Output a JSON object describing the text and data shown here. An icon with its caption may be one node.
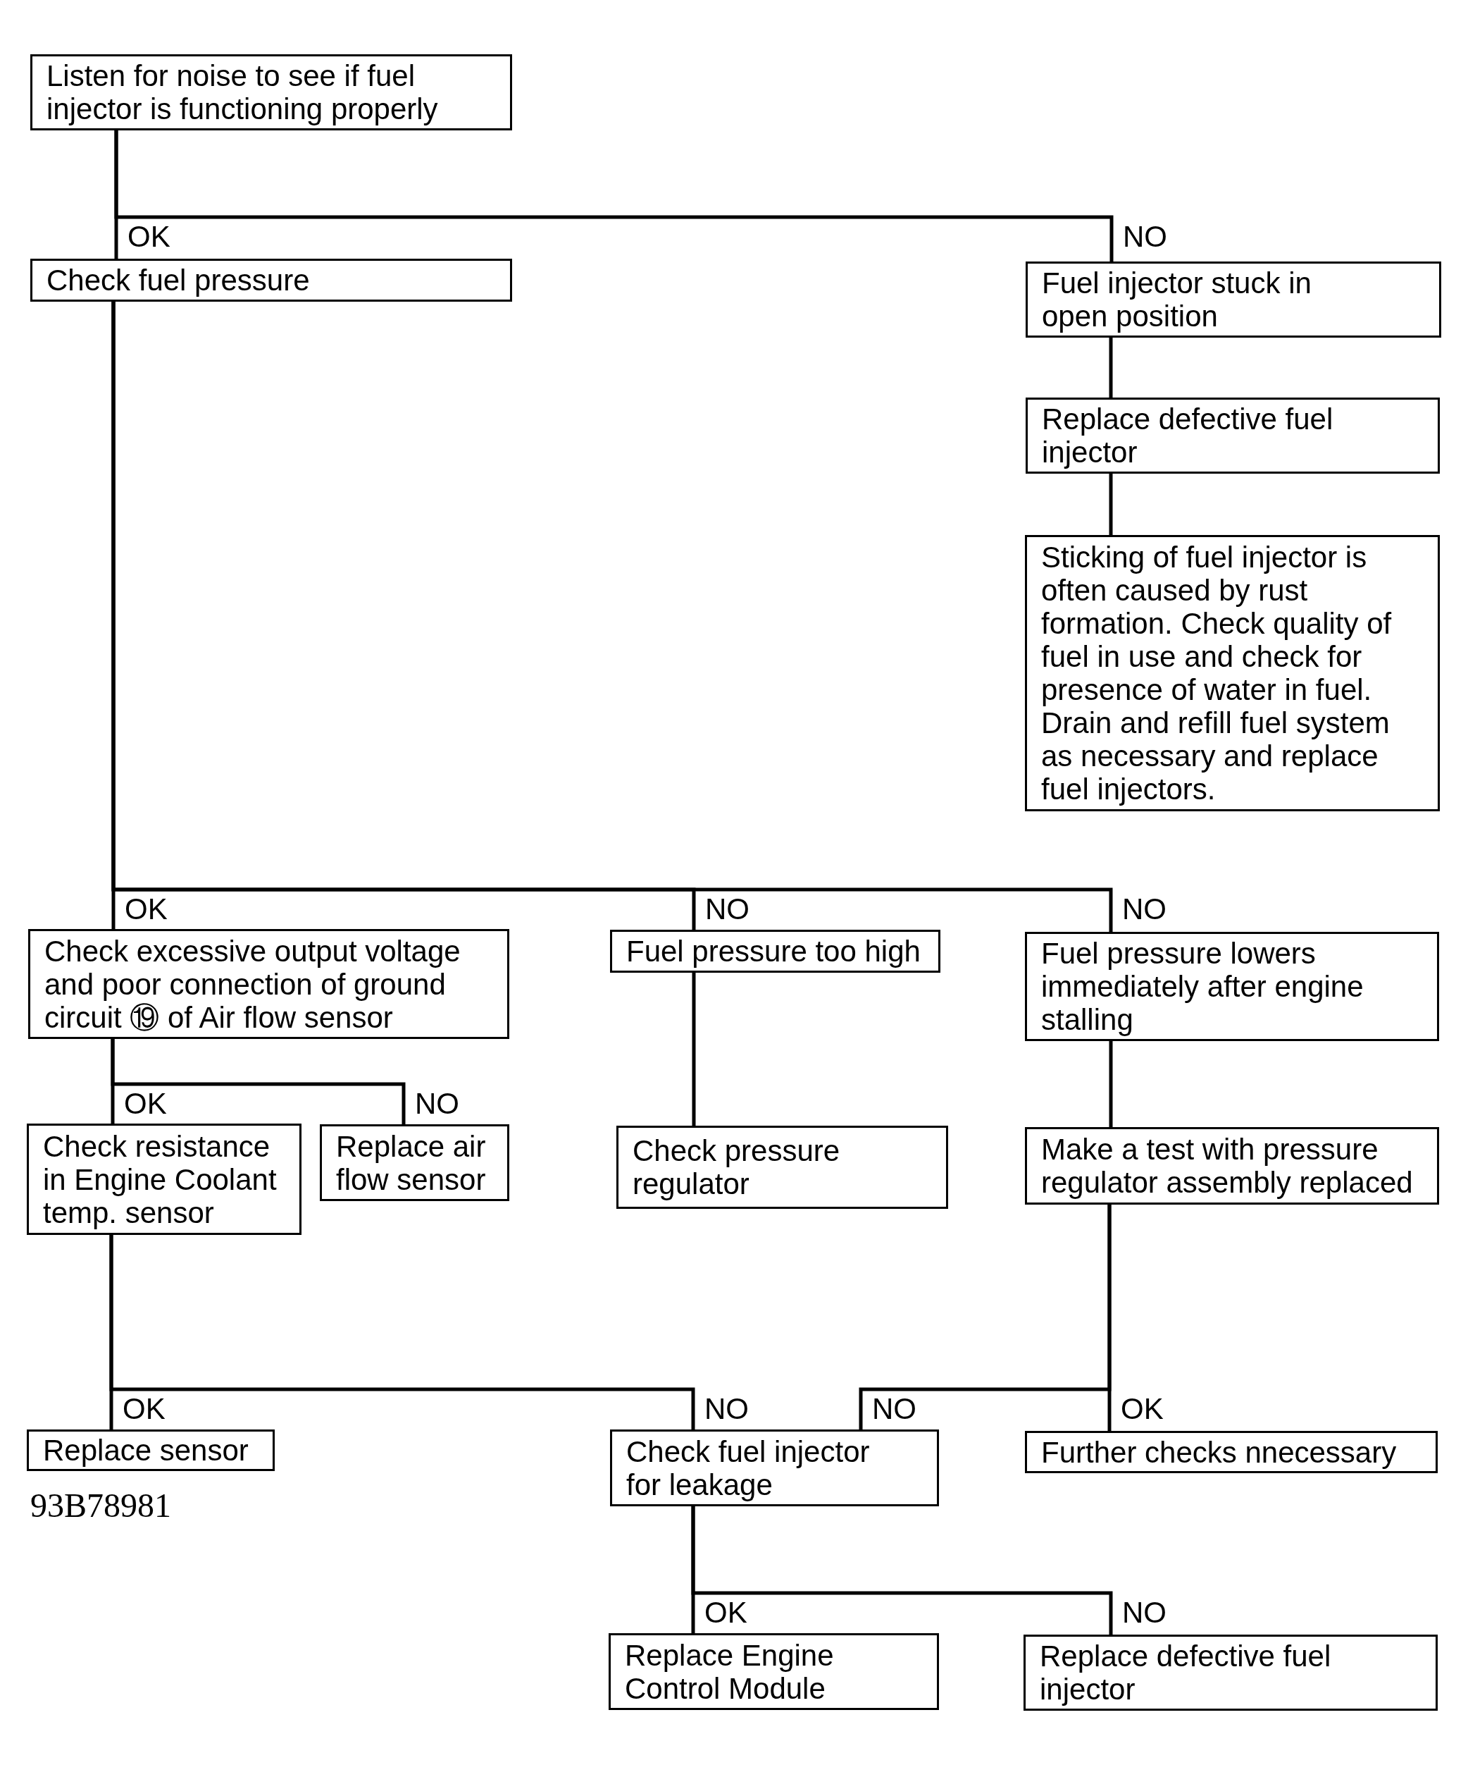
{
  "diagram": {
    "nodes": [
      {
        "text": [
          "Listen for noise to see if fuel injector is functioning properly"
        ]
      },
      {
        "text": [
          "Check fuel pressure"
        ]
      },
      {
        "text": [
          "Fuel injector stuck in open position"
        ]
      },
      {
        "text": [
          "Replace defective fuel injector"
        ]
      },
      {
        "text": [
          "Sticking of fuel injector is often caused by rust formation. Check quality of fuel in use and check for presence of water in fuel. Drain and refill fuel system as necessary and replace fuel injectors."
        ]
      },
      {
        "text": [
          "Check excessive output voltage and poor connection of ground circuit ⑲ of Air flow sensor"
        ]
      },
      {
        "text": [
          "Fuel pressure too high"
        ]
      },
      {
        "text": [
          "Fuel pressure lowers immediately after engine stalling"
        ]
      },
      {
        "text": [
          "Check resistance in Engine Coolant temp. sensor"
        ]
      },
      {
        "text": [
          "Replace air flow sensor"
        ]
      },
      {
        "text": [
          "Check pressure regulator"
        ]
      },
      {
        "text": [
          "Make a test with pressure regulator assembly replaced"
        ]
      },
      {
        "text": [
          "Replace sensor"
        ]
      },
      {
        "text": [
          "Check fuel injector for leakage"
        ]
      },
      {
        "text": [
          "Further checks nnecessary"
        ]
      },
      {
        "text": [
          "Replace Engine Control Module"
        ]
      },
      {
        "text": [
          "Replace defective fuel injector"
        ]
      }
    ],
    "edges": [
      {
        "from": 0,
        "to": 1,
        "arrow": "none",
        "label": "OK"
      },
      {
        "from": 0,
        "to": 2,
        "arrow": "none",
        "label": "NO"
      },
      {
        "from": 2,
        "to": 3,
        "arrow": "none"
      },
      {
        "from": 3,
        "to": 4,
        "arrow": "none"
      },
      {
        "from": 1,
        "to": 5,
        "arrow": "none",
        "label": "OK"
      },
      {
        "from": 1,
        "to": 6,
        "arrow": "none",
        "label": "NO"
      },
      {
        "from": 1,
        "to": 7,
        "arrow": "none",
        "label": "NO"
      },
      {
        "from": 5,
        "to": 8,
        "arrow": "none",
        "label": "OK"
      },
      {
        "from": 5,
        "to": 9,
        "arrow": "none",
        "label": "NO"
      },
      {
        "from": 6,
        "to": 10,
        "arrow": "none"
      },
      {
        "from": 7,
        "to": 11,
        "arrow": "none"
      },
      {
        "from": 8,
        "to": 12,
        "arrow": "none",
        "label": "OK"
      },
      {
        "from": 8,
        "to": 13,
        "arrow": "none",
        "label": "NO"
      },
      {
        "from": 11,
        "to": 13,
        "arrow": "none",
        "label": "NO"
      },
      {
        "from": 11,
        "to": 14,
        "arrow": "none",
        "label": "OK"
      },
      {
        "from": 13,
        "to": 15,
        "arrow": "none",
        "label": "OK"
      },
      {
        "from": 13,
        "to": 16,
        "arrow": "none",
        "label": "NO"
      }
    ],
    "labels": [
      "93B78981"
    ]
  }
}
